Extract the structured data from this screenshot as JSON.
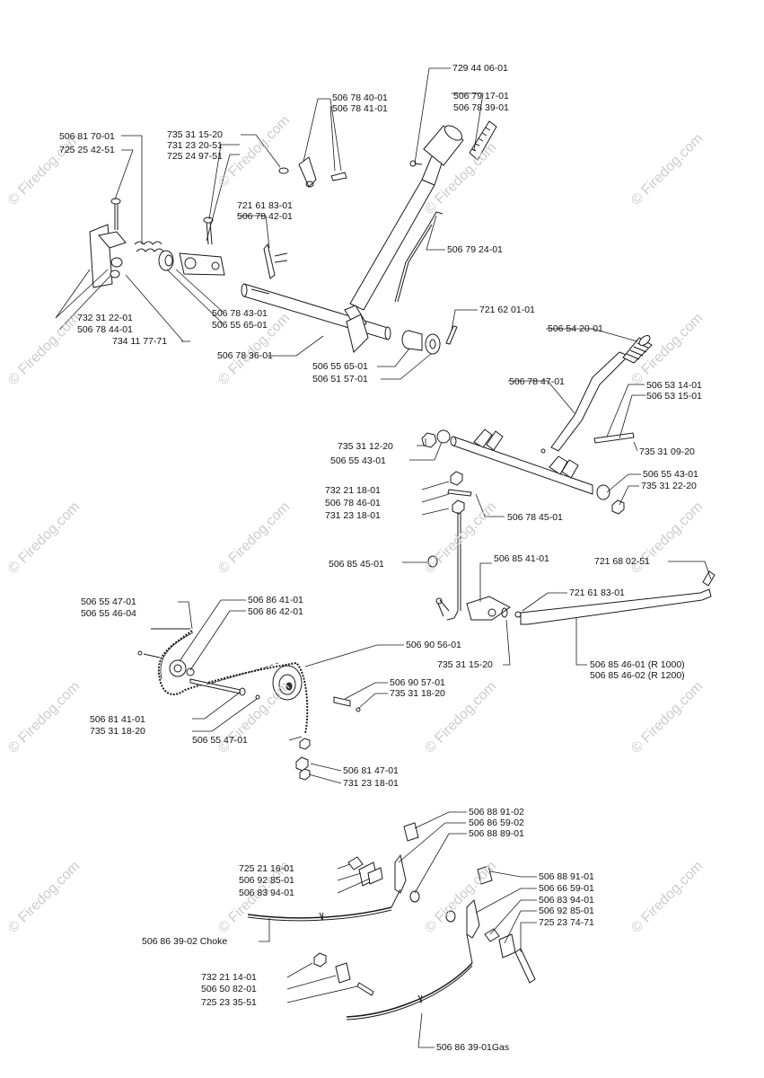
{
  "watermark": {
    "text": "© Firedog.com",
    "color": "#cccccc"
  },
  "labels": [
    "729 44 06-01",
    "506 78 40-01",
    "506 78 41-01",
    "506 79 17-01",
    "506 78 39-01",
    "506 81 70-01",
    "725 25 42-51",
    "735 31 15-20",
    "731 23 20-51",
    "725 24 97-51",
    "721 61 83-01",
    "506 78 42-01",
    "506 79 24-01",
    "721 62 01-01",
    "732 31 22-01",
    "506 78 44-01",
    "734 11 77-71",
    "506 78 43-01",
    "506 55 65-01",
    "506 78 36-01",
    "506 55 65-01",
    "506 51 57-01",
    "506 54 20-01",
    "506 78 47-01",
    "506 53 14-01",
    "506 53 15-01",
    "735 31 12-20",
    "506 55 43-01",
    "735 31 09-20",
    "506 55 43-01",
    "735 31 22-20",
    "732 21 18-01",
    "506 78 46-01",
    "731 23 18-01",
    "506 78 45-01",
    "506 85 45-01",
    "506 85 41-01",
    "721 68 02-51",
    "721 61 83-01",
    "735 31 15-20",
    "506 85 46-01 (R 1000)",
    "506 85 46-02 (R 1200)",
    "506 55 47-01",
    "506 55 46-04",
    "506 86 41-01",
    "506 86 42-01",
    "506 90 56-01",
    "506 90 57-01",
    "735 31 18-20",
    "506 81 41-01",
    "735 31 18-20",
    "506 55 47-01",
    "506 81 47-01",
    "731 23 18-01",
    "506 88 91-02",
    "506 86 59-02",
    "506 88 89-01",
    "725 21 16-01",
    "506 92 85-01",
    "506 83 94-01",
    "506 88 91-01",
    "506 66 59-01",
    "506 83 94-01",
    "506 92 85-01",
    "725 23 74-71",
    "506 86 39-02 Choke",
    "732 21 14-01",
    "506 50 82-01",
    "725 23 35-51",
    "506 86 39-01Gas"
  ]
}
